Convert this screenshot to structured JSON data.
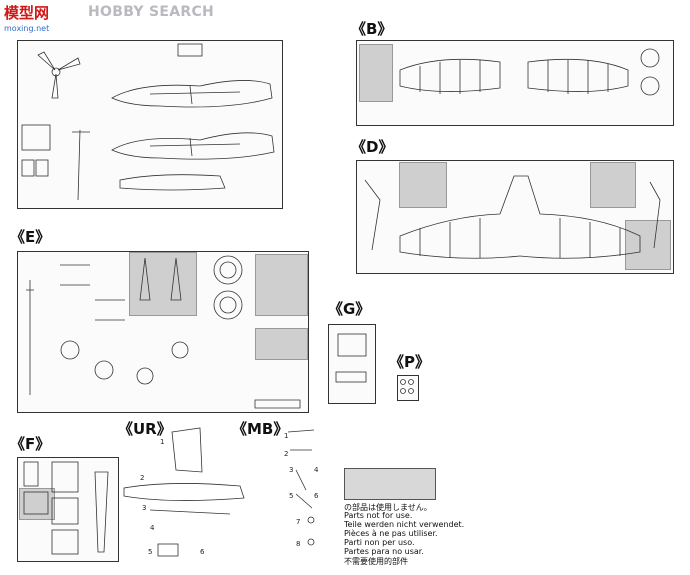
{
  "watermark": {
    "brand": "模型网",
    "site_name": "HOBBY SEARCH",
    "url": "moxing.net"
  },
  "sections": {
    "b": "《B》",
    "d": "《D》",
    "e": "《E》",
    "g": "《G》",
    "p": "《P》",
    "f": "《F》",
    "ur": "《UR》",
    "mb": "《MB》"
  },
  "legend": {
    "swatch_color": "#d8d8d8",
    "lines": [
      "の部品は使用しません。",
      "Parts not for use.",
      "Teile werden nicht verwendet.",
      "Pièces à ne pas utiliser.",
      "Parti non per uso.",
      "Partes para no usar.",
      "不需要使用的部件"
    ]
  },
  "mb_numbers": [
    "1",
    "2",
    "3",
    "4",
    "5",
    "6",
    "7",
    "8"
  ],
  "ur_numbers": [
    "1",
    "2",
    "3",
    "4",
    "5",
    "6"
  ]
}
